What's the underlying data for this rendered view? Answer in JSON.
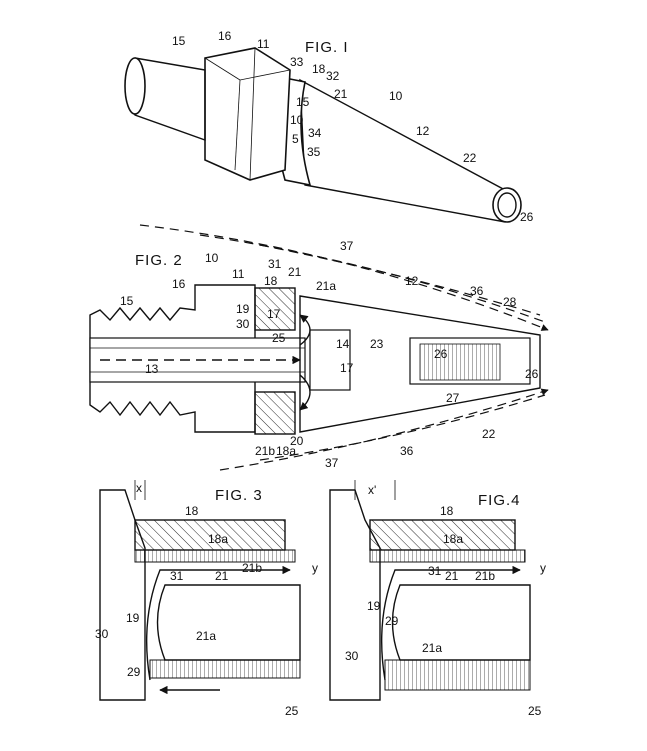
{
  "figures": {
    "fig1": {
      "title": "FIG. I"
    },
    "fig2": {
      "title": "FIG. 2"
    },
    "fig3": {
      "title": "FIG. 3"
    },
    "fig4": {
      "title": "FIG.4"
    }
  },
  "fig1_labels": [
    "15",
    "16",
    "11",
    "33",
    "18",
    "32",
    "21",
    "10",
    "12",
    "22",
    "26",
    "34",
    "35",
    "5",
    "10",
    "15"
  ],
  "fig2_labels": [
    "10",
    "11",
    "31",
    "21",
    "18",
    "21a",
    "37",
    "12",
    "36",
    "28",
    "16",
    "15",
    "19",
    "30",
    "17",
    "25",
    "14",
    "23",
    "17",
    "26",
    "13",
    "27",
    "22",
    "26",
    "21b",
    "18a",
    "20",
    "36",
    "37"
  ],
  "fig3_labels": [
    "x",
    "18",
    "18a",
    "y",
    "31",
    "21",
    "21b",
    "19",
    "30",
    "29",
    "21a",
    "25"
  ],
  "fig4_labels": [
    "x'",
    "18",
    "18a",
    "y",
    "31",
    "21",
    "21b",
    "19",
    "29",
    "30",
    "21a",
    "25"
  ]
}
